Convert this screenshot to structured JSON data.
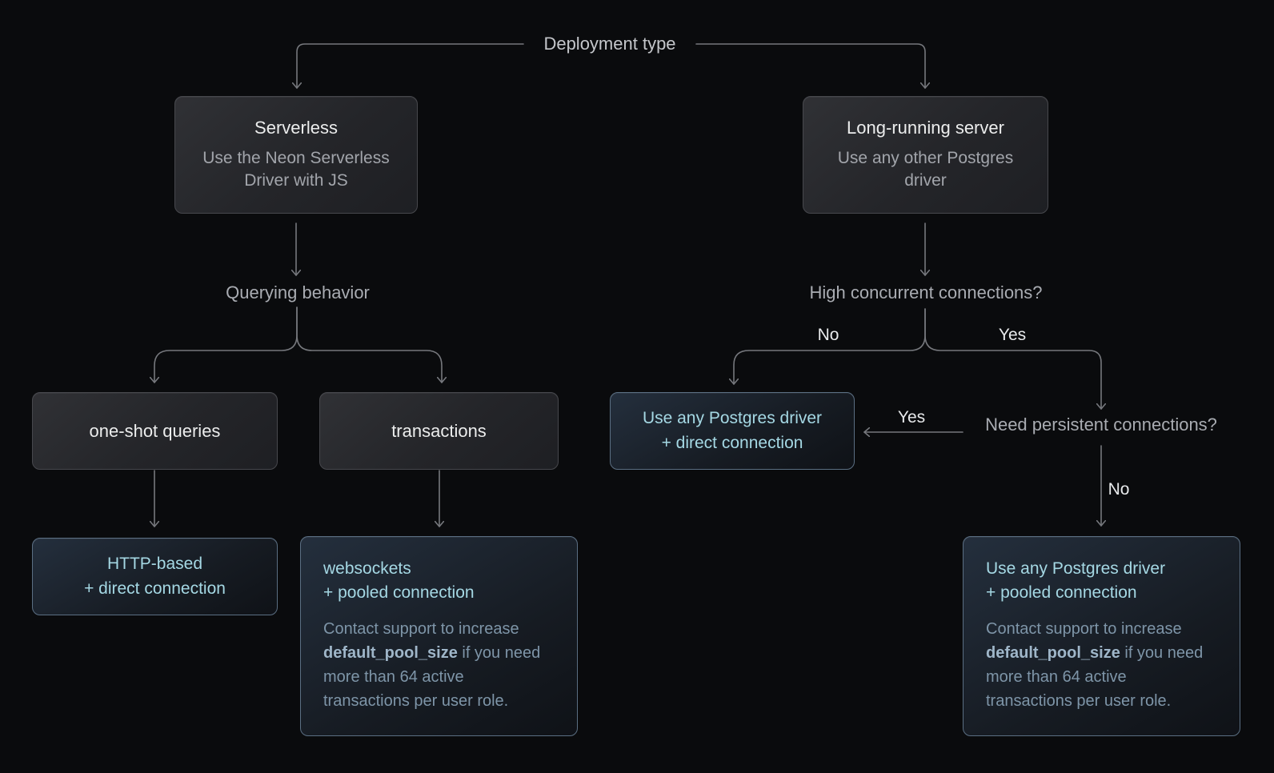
{
  "root": {
    "label": "Deployment type"
  },
  "nodes": {
    "serverless": {
      "title": "Serverless",
      "subtitle": "Use the Neon Serverless Driver with JS"
    },
    "long_running": {
      "title": "Long-running server",
      "subtitle": "Use any other Postgres driver"
    },
    "one_shot": {
      "label": "one-shot queries"
    },
    "transactions": {
      "label": "transactions"
    },
    "http_direct": {
      "line1": "HTTP-based",
      "line2": "+ direct connection"
    },
    "ws_pooled": {
      "line1": "websockets",
      "line2": "+ pooled connection"
    },
    "any_direct": {
      "line1": "Use any Postgres driver",
      "line2": "+ direct connection"
    },
    "any_pooled": {
      "line1": "Use any Postgres driver",
      "line2": "+ pooled connection"
    }
  },
  "questions": {
    "querying_behavior": "Querying behavior",
    "high_concurrent": "High concurrent connections?",
    "need_persistent": "Need persistent connections?"
  },
  "edge_labels": {
    "high_no": "No",
    "high_yes": "Yes",
    "persistent_yes": "Yes",
    "persistent_no": "No"
  },
  "support_note": {
    "pre": "Contact support to increase ",
    "code": "default_pool_size",
    "post": " if you need more than 64 active transactions per user role."
  },
  "colors": {
    "background": "#0a0b0d",
    "connector": "#76787d",
    "accent_teal": "#a5d8e4",
    "note_text": "#7e95a8",
    "gray_box_border": "#47484d",
    "blue_box_border": "#5b6f83"
  }
}
